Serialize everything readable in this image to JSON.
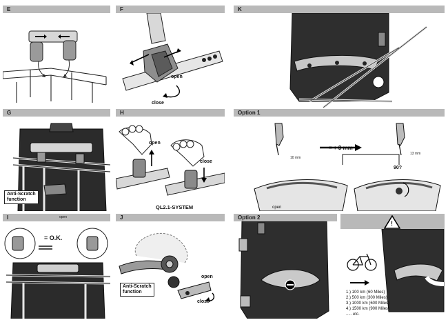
{
  "panels": {
    "E": {
      "letter": "E"
    },
    "F": {
      "letter": "F",
      "open": "open",
      "close": "close"
    },
    "G": {
      "letter": "G",
      "anti_scratch_line1": "Anti-Scratch",
      "anti_scratch_line2": "function"
    },
    "H": {
      "letter": "H",
      "open": "open",
      "close": "close",
      "system": "QL2.1-SYSTEM"
    },
    "I": {
      "letter": "I",
      "ok": "= O.K.",
      "open_small": "open"
    },
    "J": {
      "letter": "J",
      "anti_scratch_line1": "Anti-Scratch",
      "anti_scratch_line2": "function",
      "open": "open",
      "close": "close"
    },
    "K": {
      "letter": "K"
    },
    "option1": {
      "title": "Option 1",
      "equals": "= + 3 mm",
      "mm_left": "10 mm",
      "mm_right": "13 mm",
      "angle": "90?",
      "open": "open"
    },
    "option2": {
      "title": "Option 2"
    },
    "warning": {
      "symbol": "!",
      "mileage": [
        "1.)  100 km   (60 Miles)",
        "2.)  500 km   (300 Miles)",
        "3.) 1000 km  (600 Miles)",
        "4.) 1500 km  (900 Miles)",
        "..... etc."
      ]
    }
  },
  "colors": {
    "header": "#b9b9b9",
    "bag": "#2b2b2b",
    "line": "#222222"
  }
}
